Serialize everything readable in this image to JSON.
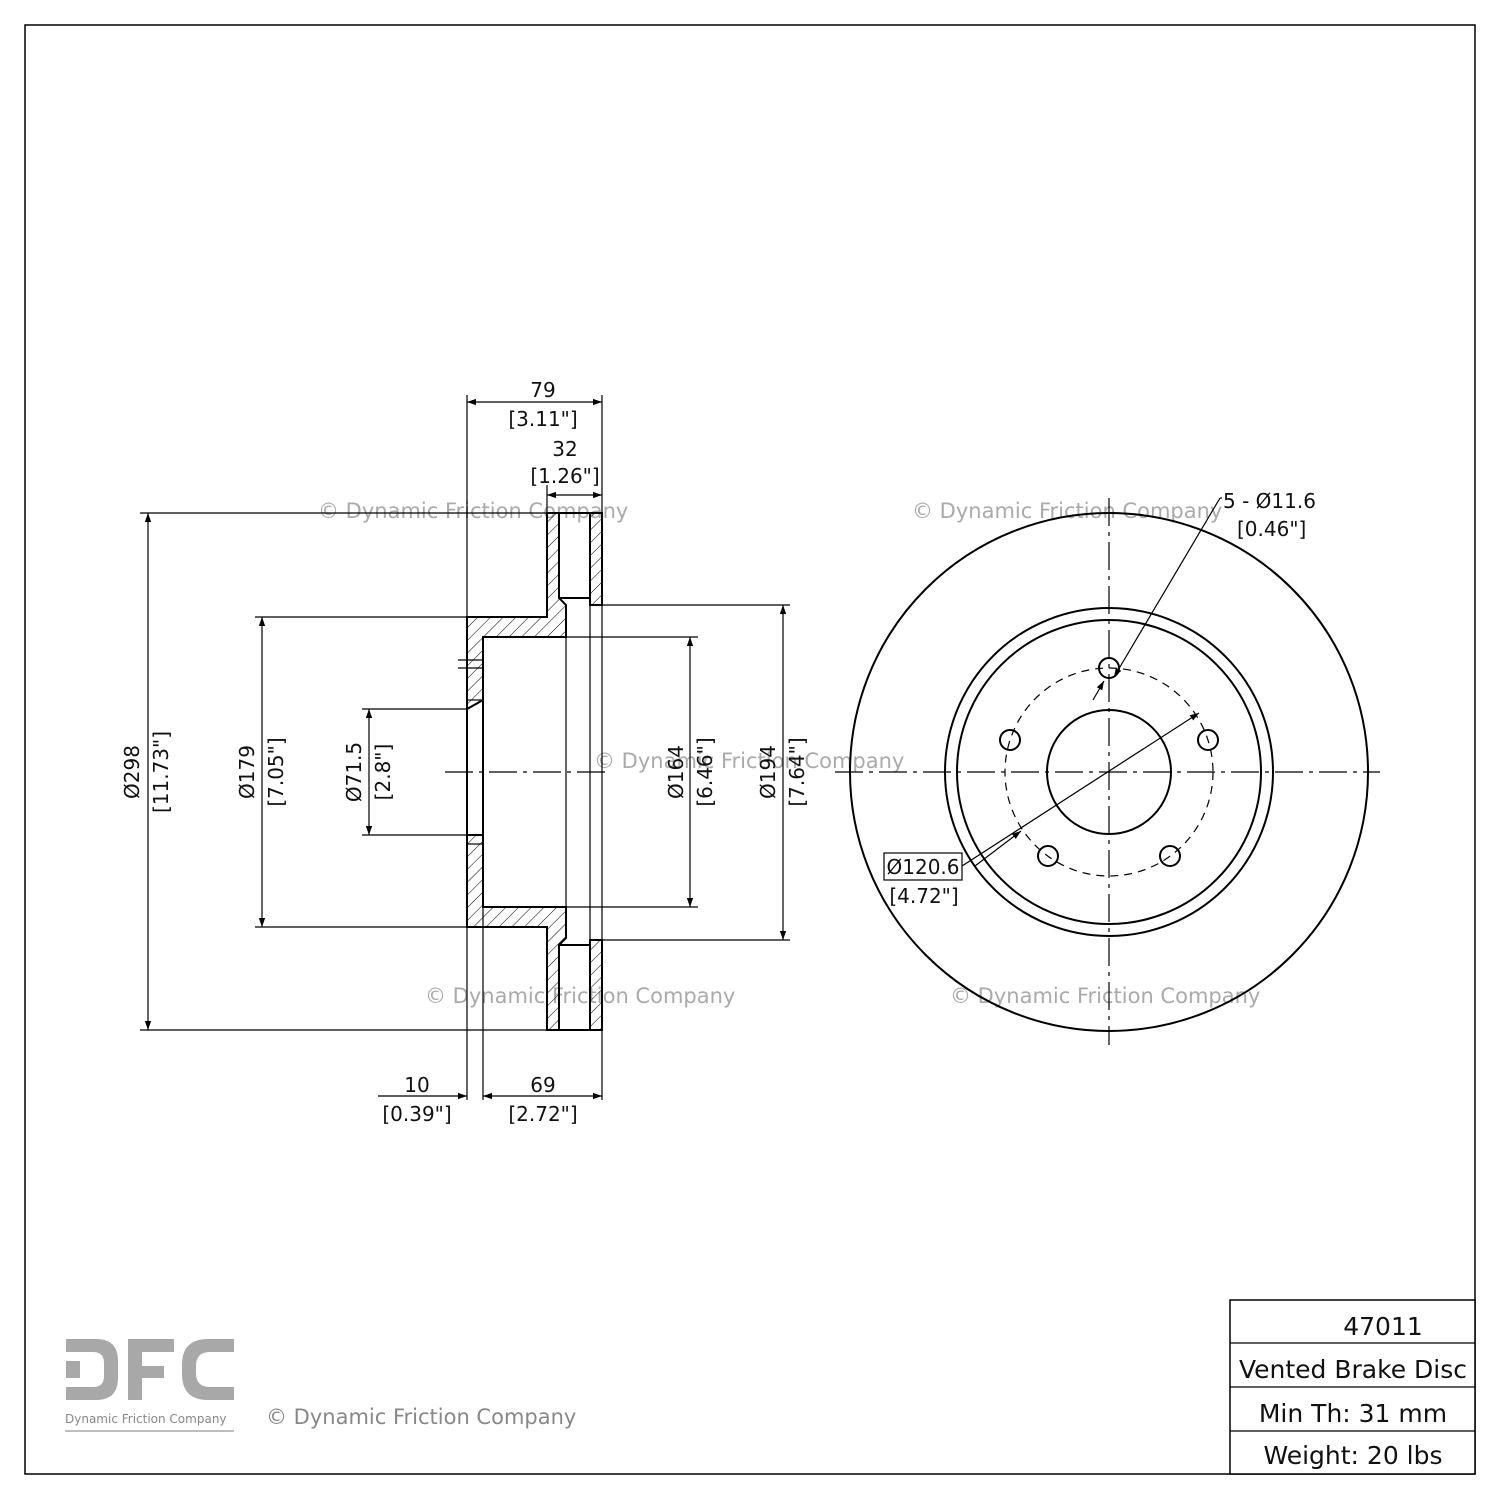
{
  "title_block": {
    "part_number": "47011",
    "description": "Vented Brake Disc",
    "min_thickness": "Min Th: 31 mm",
    "weight": "Weight: 20 lbs"
  },
  "logo": {
    "letters": "DFC",
    "company": "Dynamic Friction Company"
  },
  "copyright": "© Dynamic Friction Company",
  "watermark": "© Dynamic Friction Company",
  "dimensions": {
    "overall_height": {
      "mm": "79",
      "in": "[3.11\"]"
    },
    "rotor_thickness": {
      "mm": "32",
      "in": "[1.26\"]"
    },
    "outer_diameter": {
      "mm": "Ø298",
      "in": "[11.73\"]"
    },
    "hat_diameter": {
      "mm": "Ø179",
      "in": "[7.05\"]"
    },
    "center_bore": {
      "mm": "Ø71.5",
      "in": "[2.8\"]"
    },
    "inner_diameter_164": {
      "mm": "Ø164",
      "in": "[6.46\"]"
    },
    "inner_diameter_194": {
      "mm": "Ø194",
      "in": "[7.64\"]"
    },
    "hat_thickness": {
      "mm": "10",
      "in": "[0.39\"]"
    },
    "hat_depth": {
      "mm": "69",
      "in": "[2.72\"]"
    },
    "bolt_holes": {
      "mm": "5 - Ø11.6",
      "in": "[0.46\"]"
    },
    "bolt_circle": {
      "mm": "Ø120.6",
      "in": "[4.72\"]"
    }
  }
}
